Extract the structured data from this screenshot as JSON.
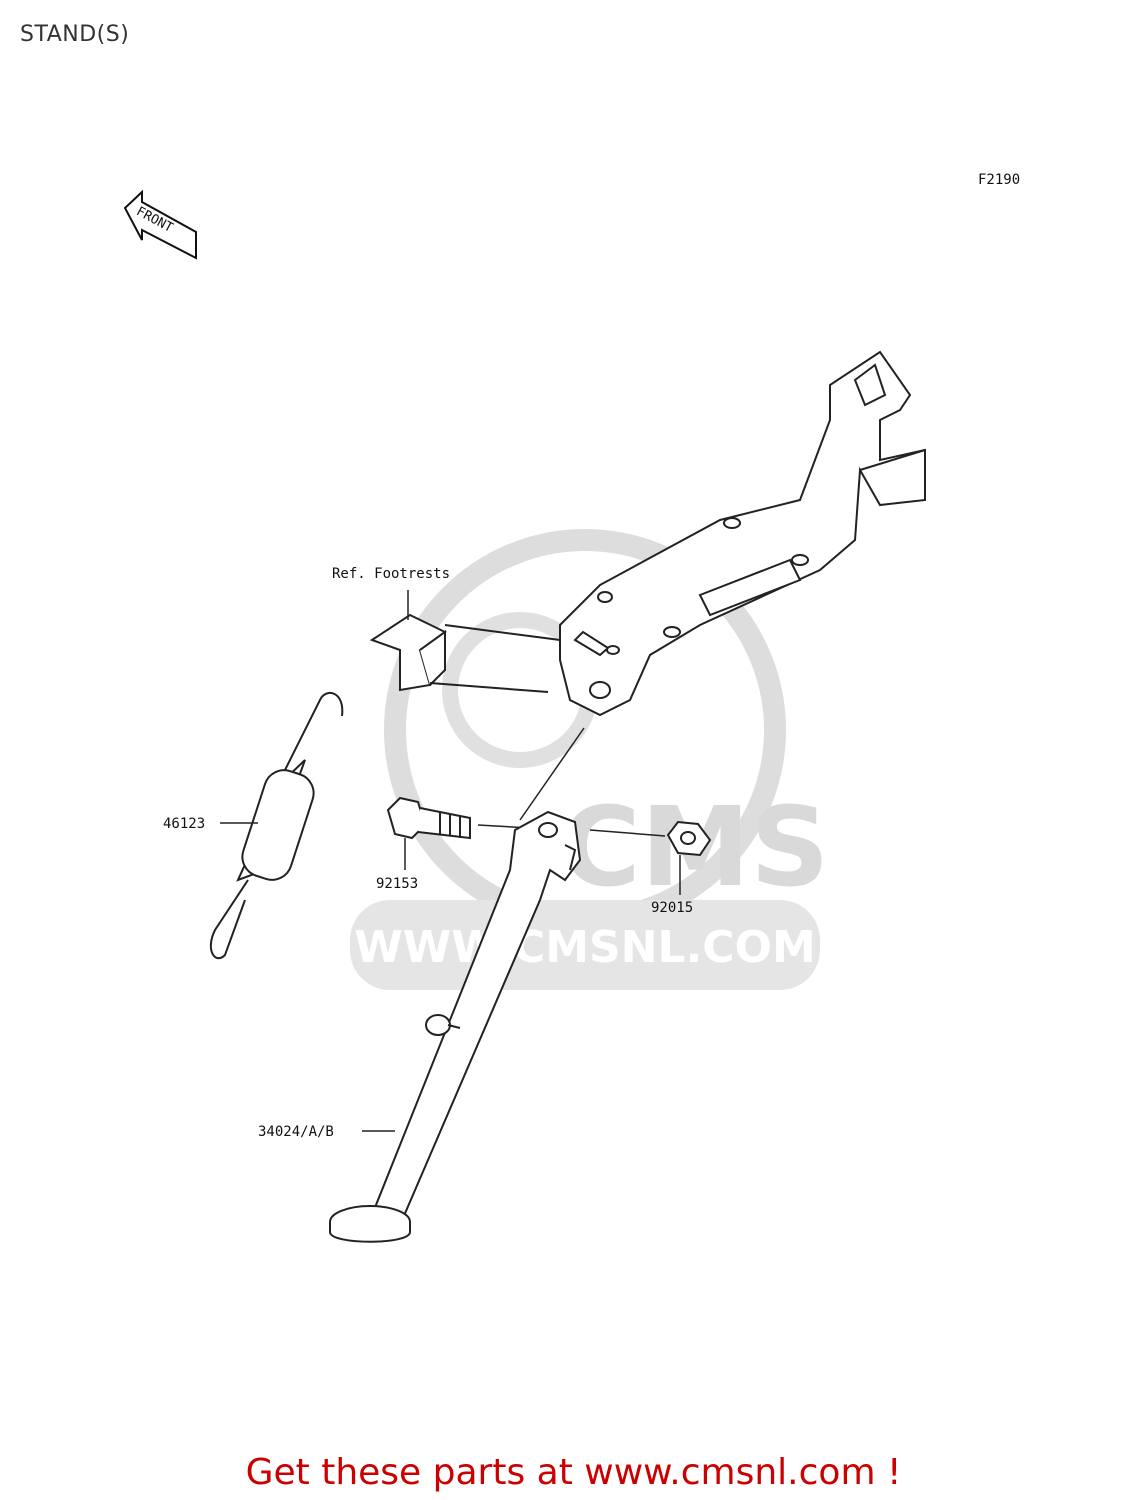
{
  "page": {
    "title": "STAND(S)"
  },
  "diagram": {
    "code": "F2190",
    "front_marker": "FRONT",
    "watermark": {
      "url": "WWW.CMSNL.COM",
      "logo_text": "CMS"
    },
    "callouts": [
      {
        "id": "ref-footrests",
        "text": "Ref. Footrests"
      },
      {
        "id": "spring",
        "text": "46123"
      },
      {
        "id": "bolt",
        "text": "92153"
      },
      {
        "id": "nut",
        "text": "92015"
      },
      {
        "id": "stand",
        "text": "34024/A/B"
      }
    ]
  },
  "cta": {
    "text": "Get these parts at www.cmsnl.com !"
  },
  "colors": {
    "cta": "#cc0000",
    "line": "#222222",
    "watermark": "#d9d9d9"
  }
}
